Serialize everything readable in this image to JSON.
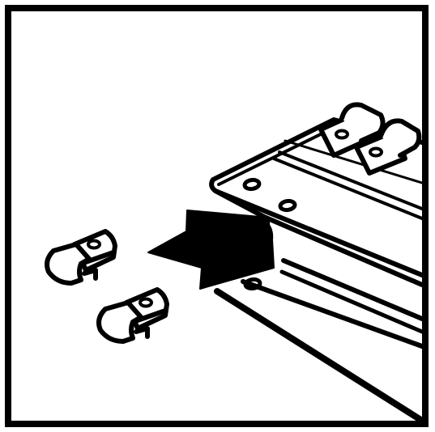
{
  "figure": {
    "kind": "assembly-instruction",
    "colors": {
      "background": "#ffffff",
      "ink": "#000000"
    },
    "parts": [
      {
        "id": "loose-clip-upper",
        "icon": "clip-bracket-icon"
      },
      {
        "id": "loose-clip-lower",
        "icon": "clip-bracket-icon"
      },
      {
        "id": "mounted-clip-left",
        "icon": "clip-bracket-icon"
      },
      {
        "id": "mounted-clip-right",
        "icon": "clip-bracket-icon"
      },
      {
        "id": "mounting-panel",
        "icon": "panel-icon"
      },
      {
        "id": "insert-arrow",
        "icon": "arrow-right-icon"
      }
    ]
  }
}
